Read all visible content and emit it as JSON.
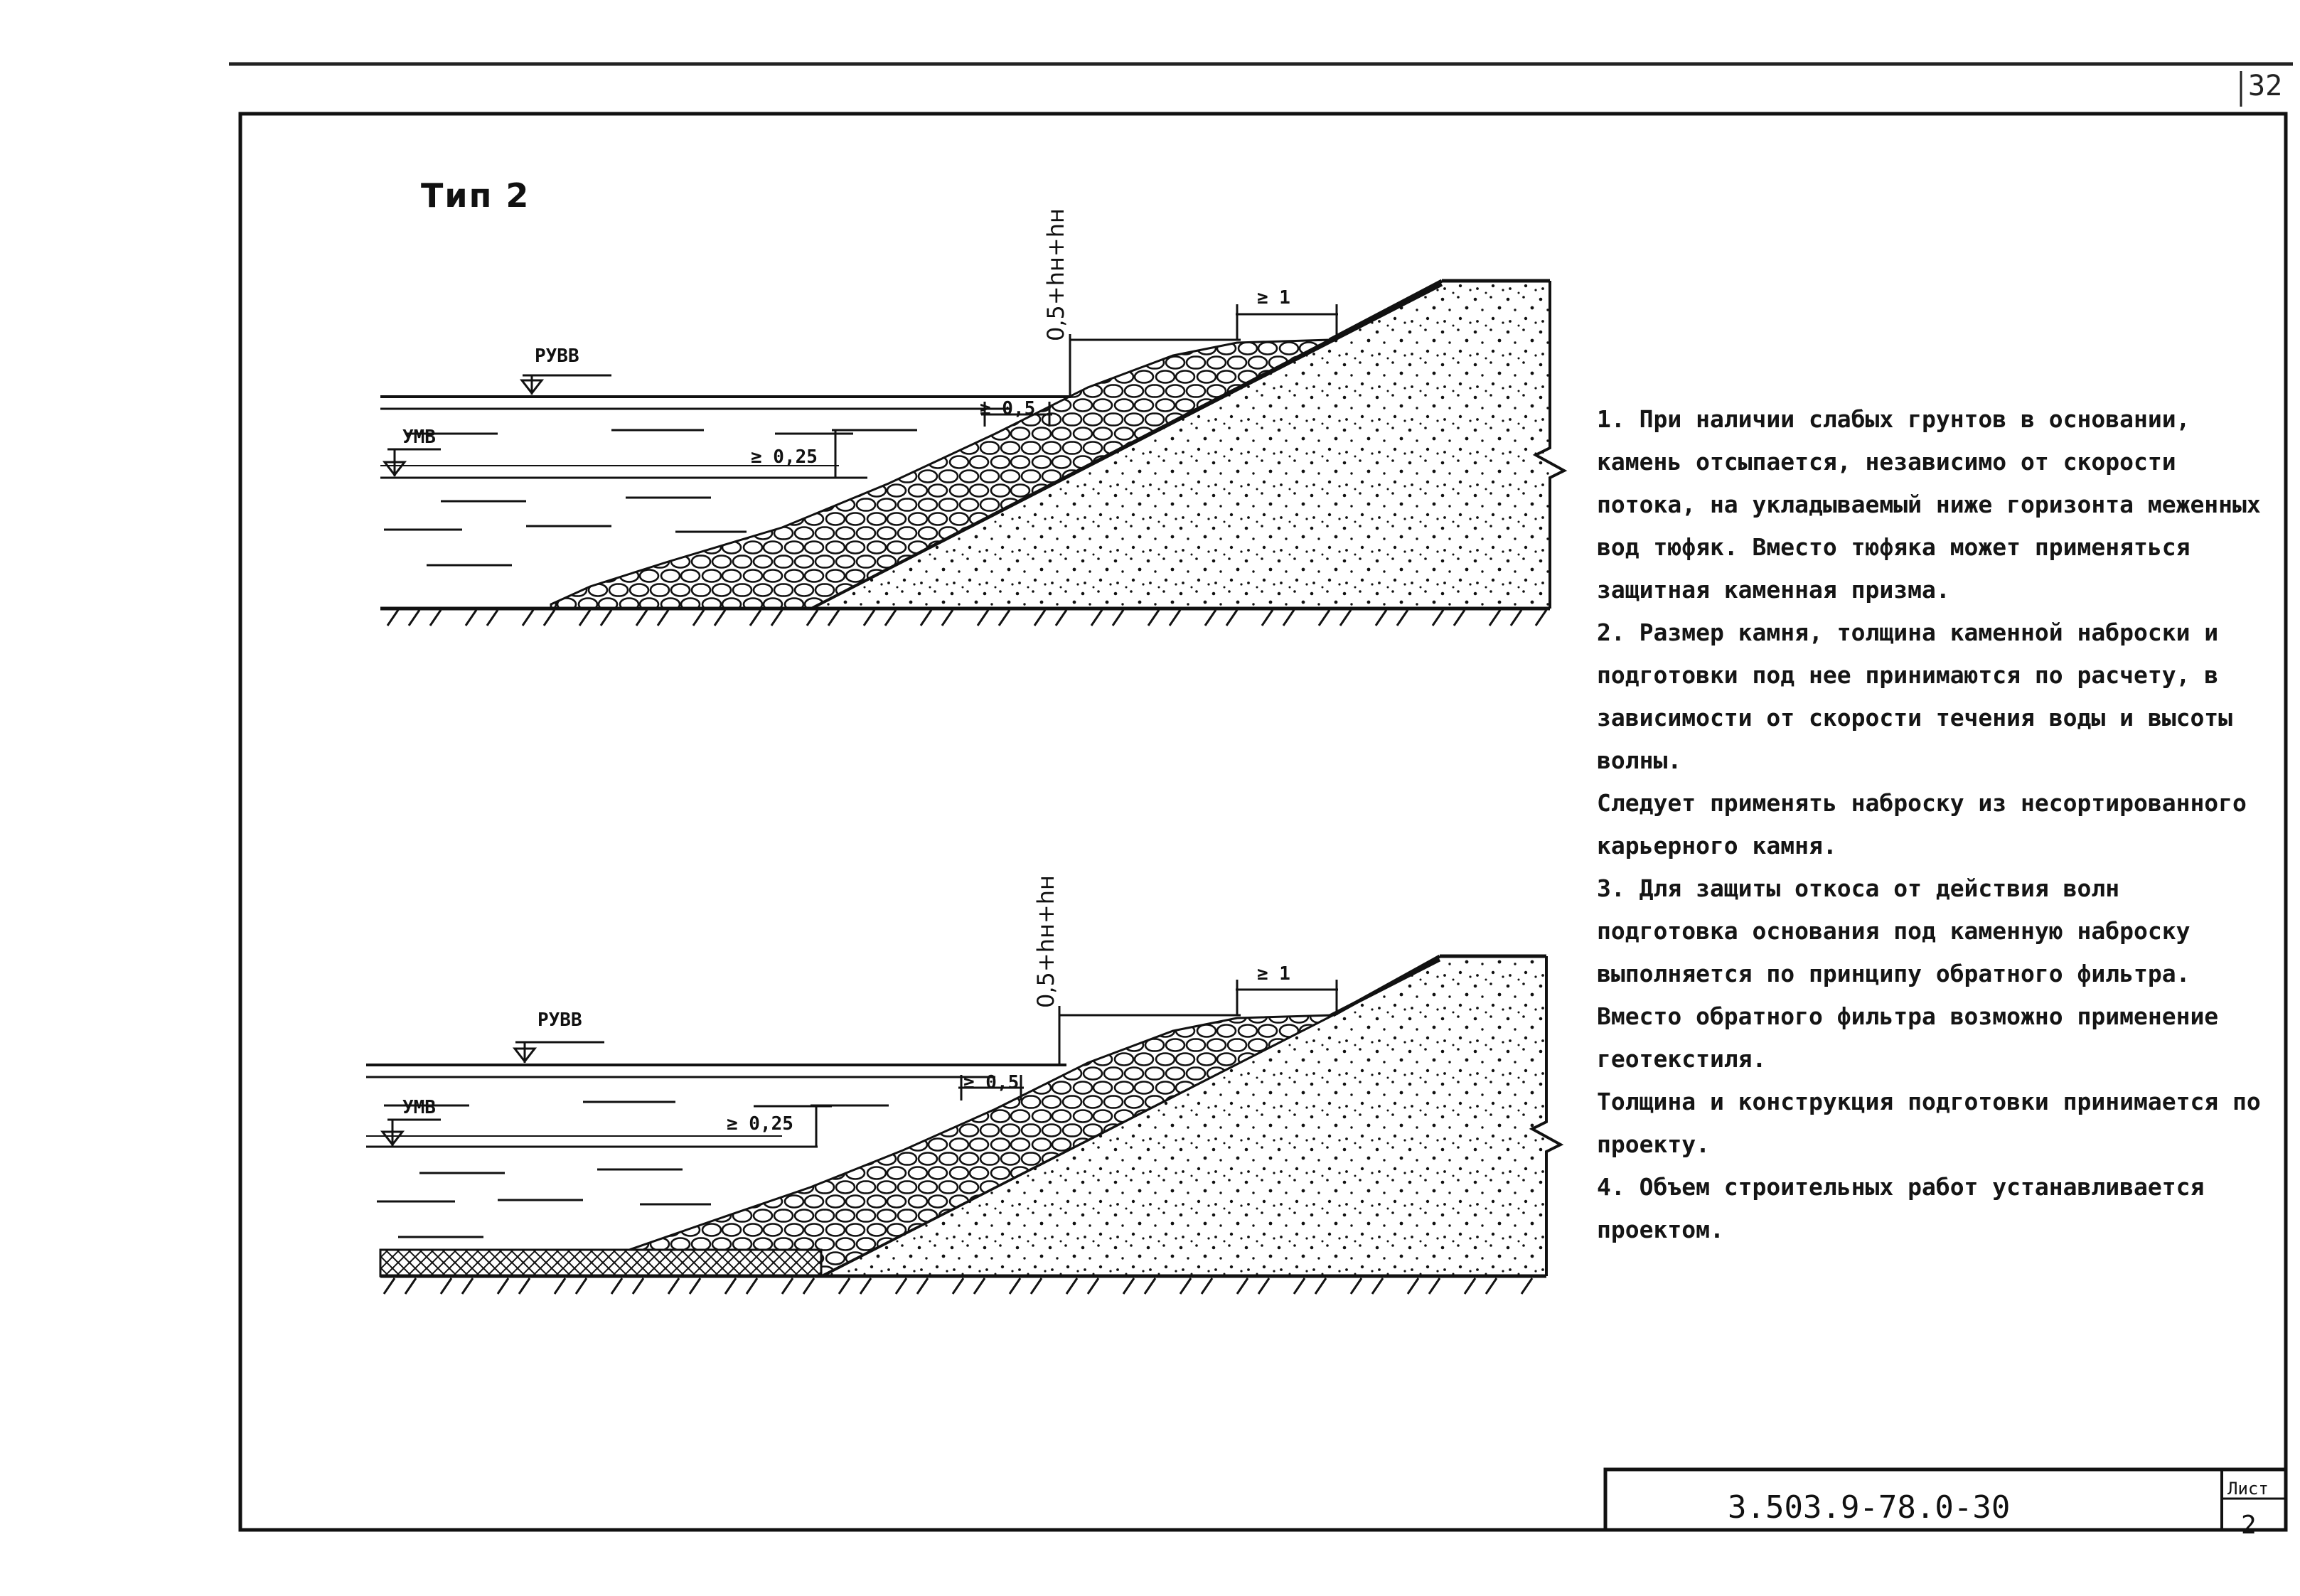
{
  "page_number": "32",
  "title": "Тип 2",
  "diagram_top": {
    "level_high": "РУВВ",
    "level_low": "УМВ",
    "dim_height": "0,5+hн+hн",
    "dim_berm": "≥ 1",
    "dim_step": "≥ 0,5",
    "dim_depth": "≥ 0,25"
  },
  "diagram_bottom": {
    "level_high": "РУВВ",
    "level_low": "УМВ",
    "dim_height": "0,5+hн+hн",
    "dim_berm": "≥ 1",
    "dim_step": "≥ 0,5",
    "dim_depth": "≥ 0,25"
  },
  "notes": [
    "1. При наличии слабых грунтов в основании, камень отсыпается, независимо от скорости потока, на укладываемый ниже горизонта меженных вод тюфяк. Вместо тюфяка может применяться защитная каменная призма.",
    "2. Размер камня, толщина каменной наброски и подготовки под нее принимаются по расчету, в зависимости от скорости течения воды и высоты волны.",
    "Следует применять наброску из несортированного карьерного камня.",
    "3. Для защиты откоса от действия волн подготовка основания под каменную наброску выполняется по принципу обратного фильтра. Вместо обратного фильтра возможно применение геотекстиля.",
    "Толщина и конструкция подготовки принимается по проекту.",
    "4. Объем строительных работ устанавливается проектом."
  ],
  "stamp": {
    "code": "3.503.9-78.0-30",
    "sheet_label": "Лист",
    "sheet_number": "2"
  }
}
